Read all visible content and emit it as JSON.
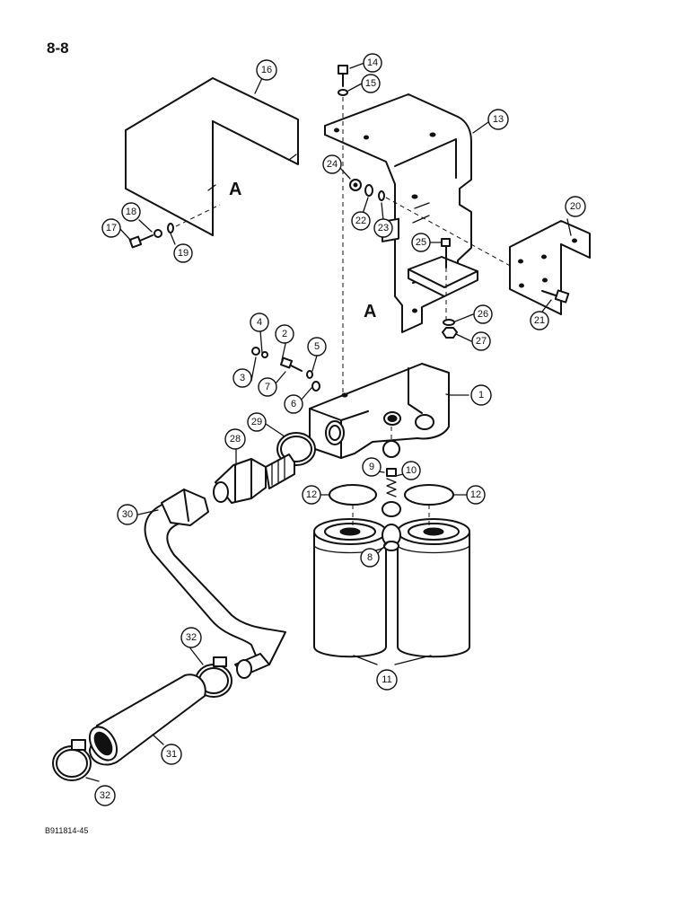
{
  "page_number": "8-8",
  "figure_code": "B911814-45",
  "reference_letter": "A",
  "callouts": [
    "1",
    "2",
    "3",
    "4",
    "5",
    "6",
    "7",
    "8",
    "9",
    "10",
    "11",
    "12",
    "12",
    "13",
    "14",
    "15",
    "16",
    "17",
    "18",
    "19",
    "20",
    "21",
    "22",
    "23",
    "24",
    "25",
    "26",
    "27",
    "28",
    "29",
    "30",
    "31",
    "32",
    "32"
  ],
  "icons": [
    "bracket-cover-icon",
    "mounting-bracket-icon",
    "angle-bracket-icon",
    "filter-head-icon",
    "filter-cartridge-icon",
    "hose-icon",
    "hose-clamp-icon",
    "fitting-icon",
    "o-ring-icon",
    "bolt-icon",
    "nut-icon",
    "washer-icon"
  ]
}
